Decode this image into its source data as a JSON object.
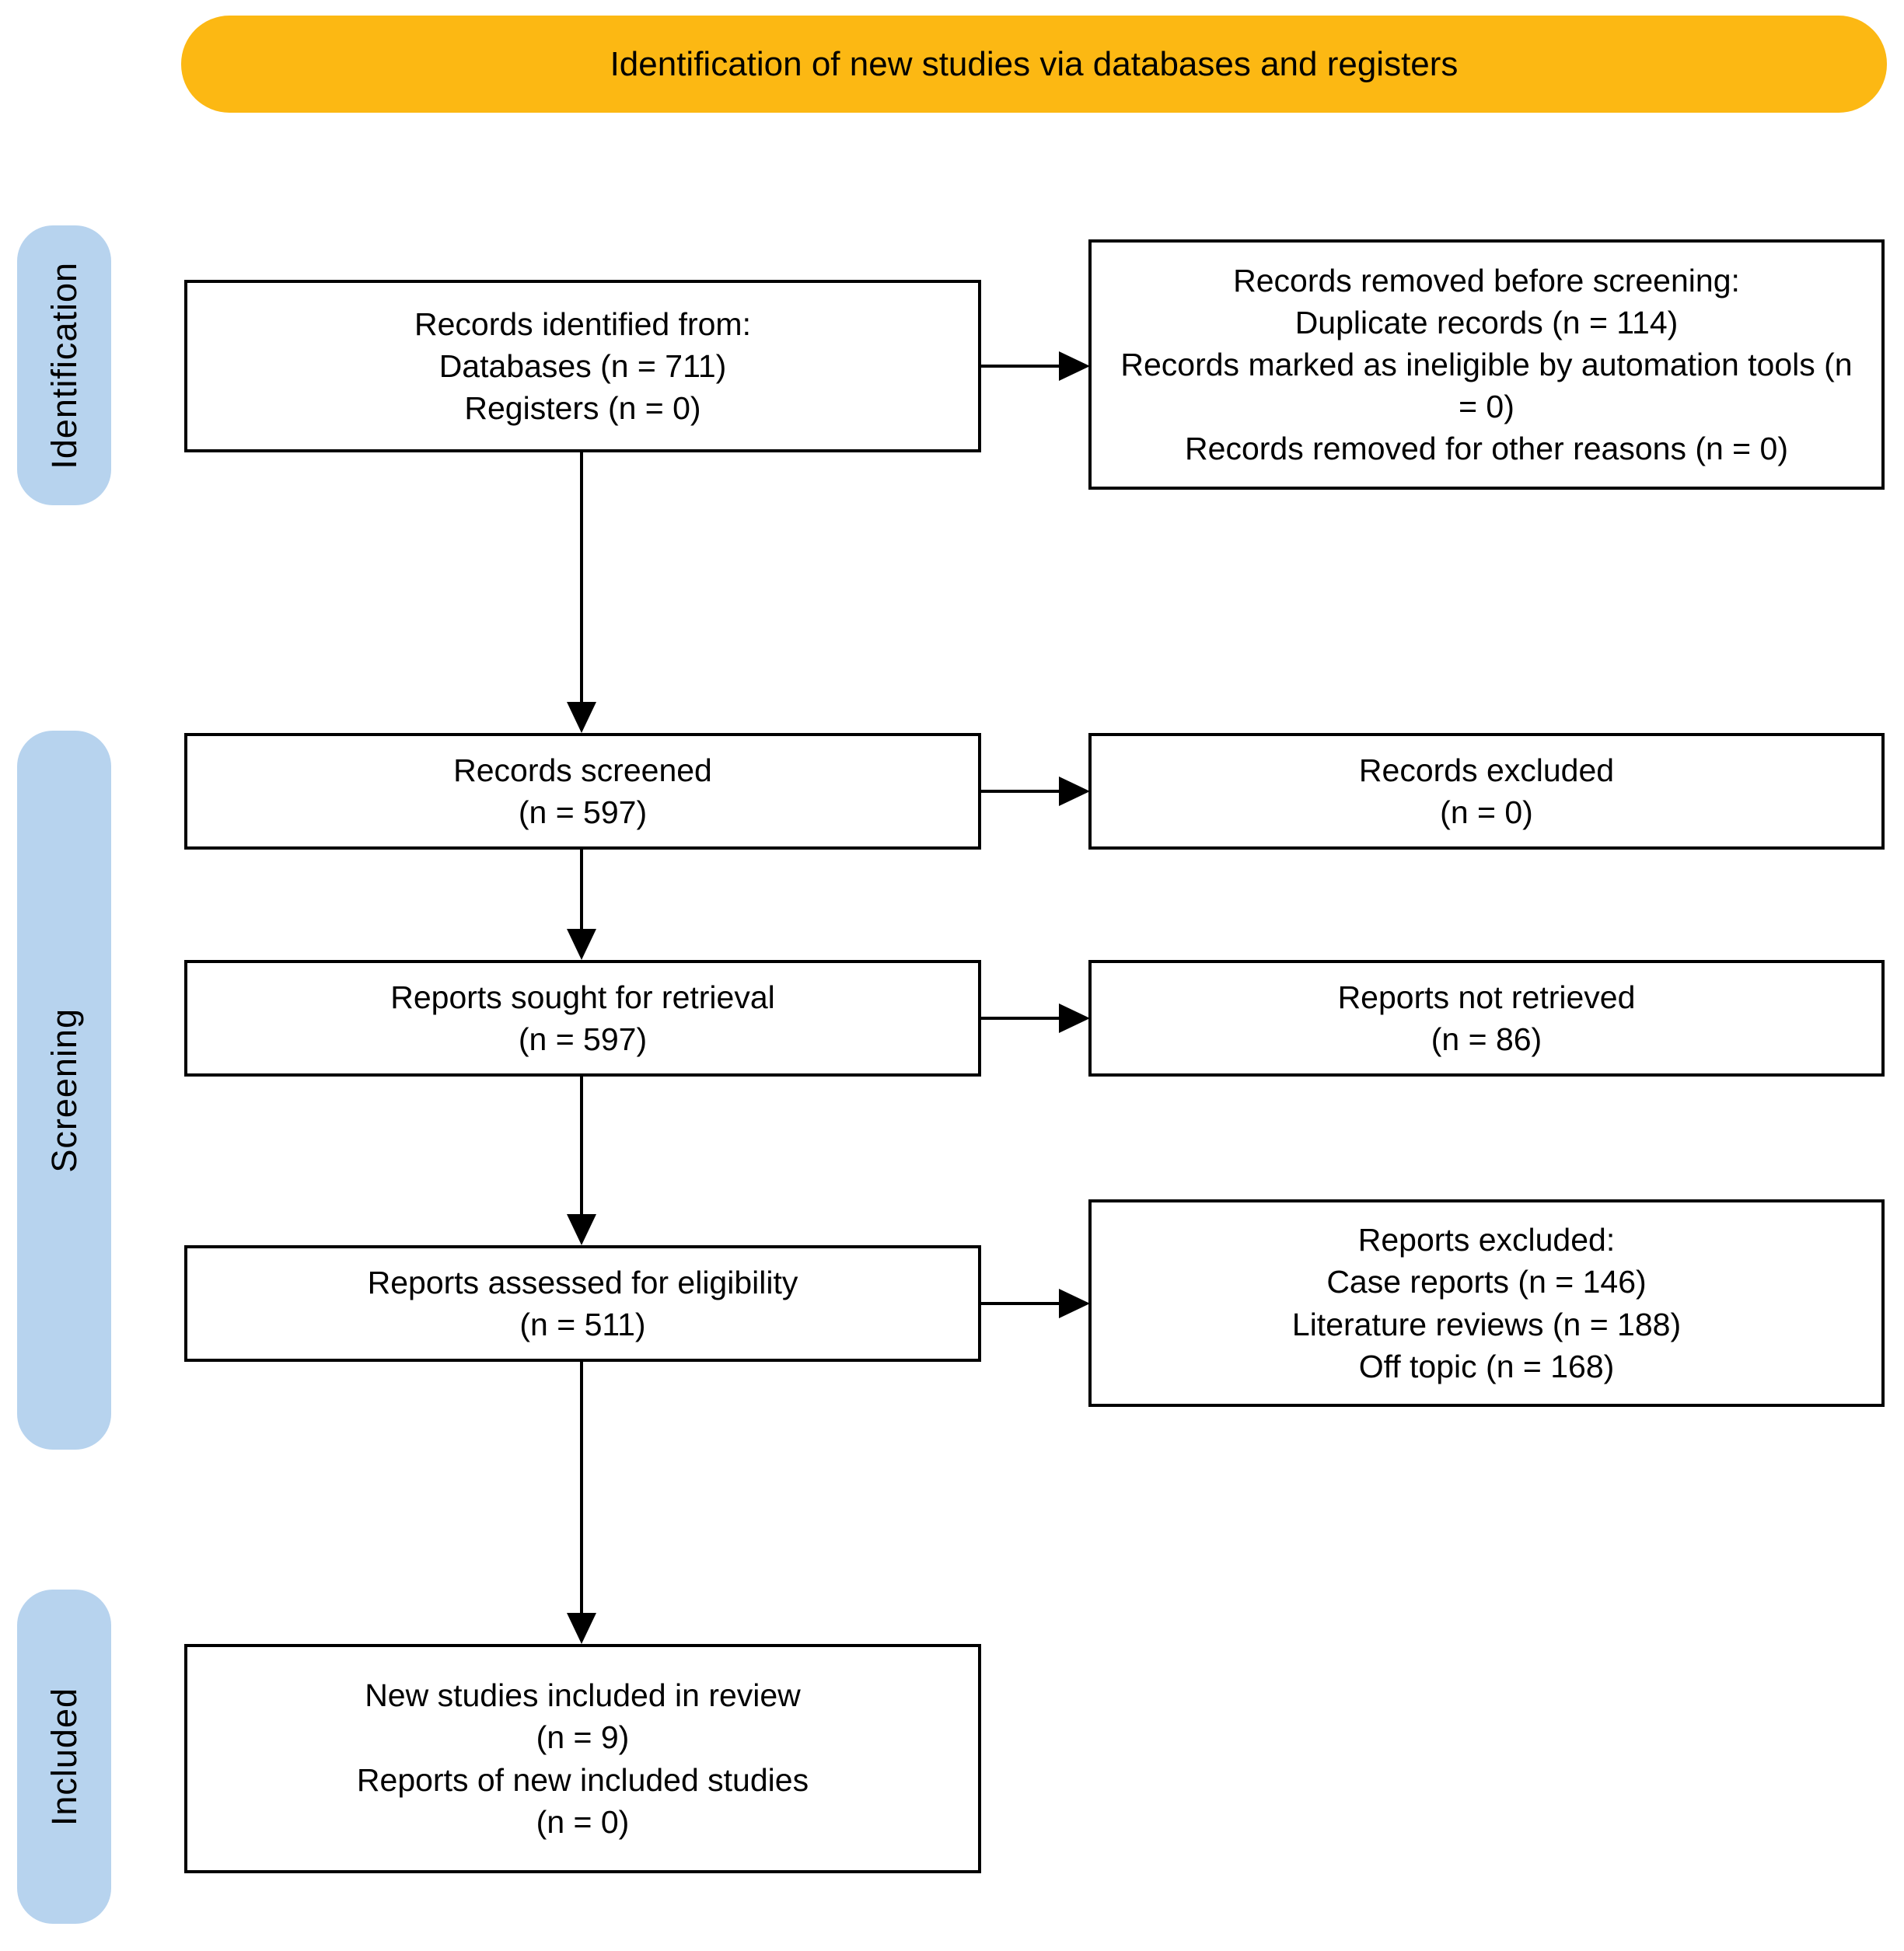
{
  "header": {
    "title": "Identification of new studies via databases and registers"
  },
  "stages": [
    {
      "label": "Identification"
    },
    {
      "label": "Screening"
    },
    {
      "label": "Included"
    }
  ],
  "boxes": {
    "records_identified": {
      "lines": [
        "Records identified from:",
        "Databases (n = 711)",
        "Registers (n = 0)"
      ]
    },
    "records_removed": {
      "lines": [
        "Records removed before screening:",
        "Duplicate records (n = 114)",
        "Records marked as ineligible by automation tools (n = 0)",
        "Records removed for other reasons (n = 0)"
      ]
    },
    "records_screened": {
      "lines": [
        "Records screened",
        "(n = 597)"
      ]
    },
    "records_excluded": {
      "lines": [
        "Records excluded",
        "(n = 0)"
      ]
    },
    "reports_sought": {
      "lines": [
        "Reports sought for retrieval",
        "(n = 597)"
      ]
    },
    "reports_not_retrieved": {
      "lines": [
        "Reports not retrieved",
        "(n = 86)"
      ]
    },
    "reports_assessed": {
      "lines": [
        "Reports assessed for eligibility",
        "(n = 511)"
      ]
    },
    "reports_excluded": {
      "lines": [
        "Reports excluded:",
        "Case reports (n = 146)",
        "Literature reviews (n = 188)",
        "Off topic (n = 168)"
      ]
    },
    "new_studies_included": {
      "lines": [
        "New studies included in review",
        "(n = 9)",
        "Reports of new included studies",
        "(n = 0)"
      ]
    }
  },
  "colors": {
    "banner": "#FCB813",
    "stage_fill": "#B7D3EE",
    "box_border": "#000000",
    "background": "#FFFFFF",
    "text": "#000000"
  }
}
